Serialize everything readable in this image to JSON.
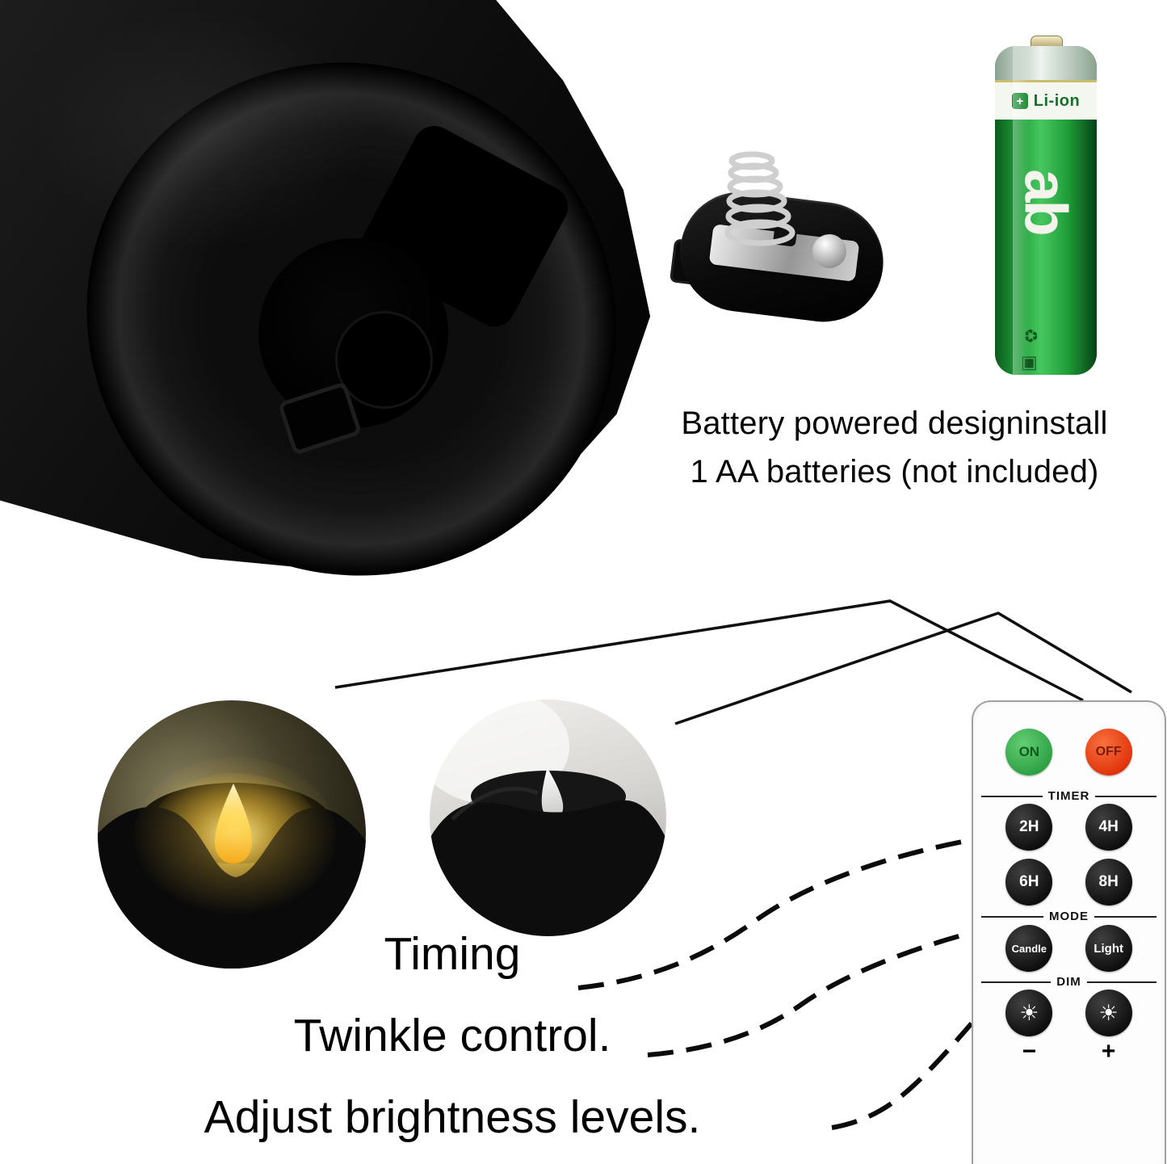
{
  "battery_section": {
    "caption_line1": "Battery powered designinstall",
    "caption_line2": "1 AA batteries (not included)",
    "battery": {
      "chem_label": "Li-ion",
      "plus_icon": "+",
      "brand": "ab",
      "recycle_icons": "♻ ▣"
    }
  },
  "remote": {
    "power": {
      "on": "ON",
      "off": "OFF"
    },
    "timer": {
      "label": "TIMER",
      "buttons": [
        "2H",
        "4H",
        "6H",
        "8H"
      ]
    },
    "mode": {
      "label": "MODE",
      "buttons": [
        "Candle",
        "Light"
      ]
    },
    "dim": {
      "label": "DIM",
      "icon": "☀",
      "minus": "−",
      "plus": "+"
    }
  },
  "features": {
    "line1": "Timing",
    "line2": "Twinkle control.",
    "line3": "Adjust brightness levels."
  },
  "colors": {
    "on_button_green": "#34a94c",
    "off_button_red": "#e5340b",
    "battery_green": "#27a840",
    "flame_yellow": "#ffc83d",
    "line_black": "#0d0d0d"
  }
}
